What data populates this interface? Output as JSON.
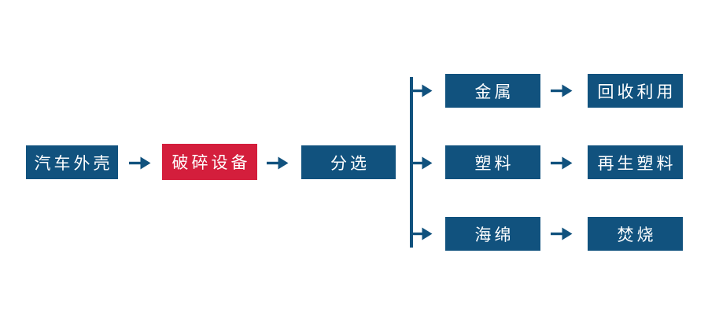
{
  "diagram": {
    "type": "flowchart",
    "background_color": "#ffffff",
    "colors": {
      "node_blue": "#11527E",
      "node_red": "#D41E3C",
      "connector": "#11527E",
      "text": "#ffffff"
    },
    "main_flow": [
      {
        "label": "汽车外壳",
        "color": "blue"
      },
      {
        "label": "破碎设备",
        "color": "red"
      },
      {
        "label": "分选",
        "color": "blue"
      }
    ],
    "branches": [
      {
        "material": "金属",
        "result": "回收利用"
      },
      {
        "material": "塑料",
        "result": "再生塑料"
      },
      {
        "material": "海绵",
        "result": "焚烧"
      }
    ]
  }
}
